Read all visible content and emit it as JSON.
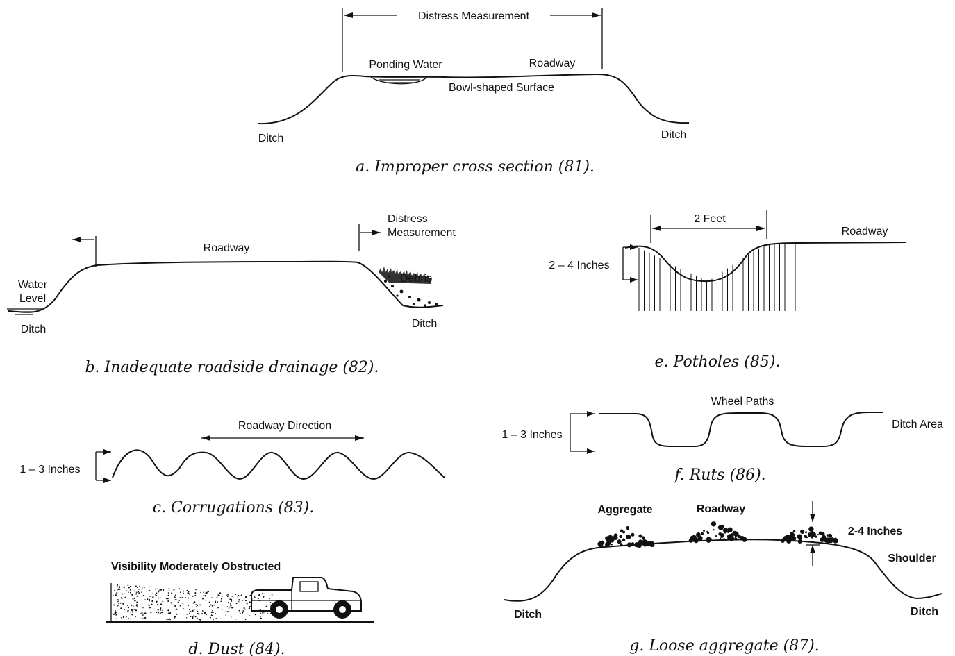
{
  "panel_a": {
    "distress_measurement": "Distress Measurement",
    "ponding_water": "Ponding Water",
    "roadway": "Roadway",
    "bowl_surface": "Bowl-shaped Surface",
    "ditch_left": "Ditch",
    "ditch_right": "Ditch",
    "caption": "a. Improper cross section (81)."
  },
  "panel_b": {
    "distress_line1": "Distress",
    "distress_line2": "Measurement",
    "roadway": "Roadway",
    "water_line1": "Water",
    "water_line2": "Level",
    "debris": "Debris",
    "ditch_left": "Ditch",
    "ditch_right": "Ditch",
    "caption": "b. Inadequate roadside drainage (82)."
  },
  "panel_c": {
    "direction": "Roadway Direction",
    "height": "1 – 3 Inches",
    "caption": "c. Corrugations (83)."
  },
  "panel_d": {
    "visibility": "Visibility Moderately Obstructed",
    "caption": "d. Dust (84)."
  },
  "panel_e": {
    "width": "2 Feet",
    "depth": "2 – 4 Inches",
    "roadway": "Roadway",
    "caption": "e. Potholes (85)."
  },
  "panel_f": {
    "wheel_paths": "Wheel Paths",
    "height": "1 – 3 Inches",
    "ditch_area": "Ditch Area",
    "caption": "f. Ruts (86)."
  },
  "panel_g": {
    "aggregate": "Aggregate",
    "roadway": "Roadway",
    "depth": "2-4 Inches",
    "shoulder": "Shoulder",
    "ditch_left": "Ditch",
    "ditch_right": "Ditch",
    "caption": "g. Loose aggregate (87)."
  }
}
